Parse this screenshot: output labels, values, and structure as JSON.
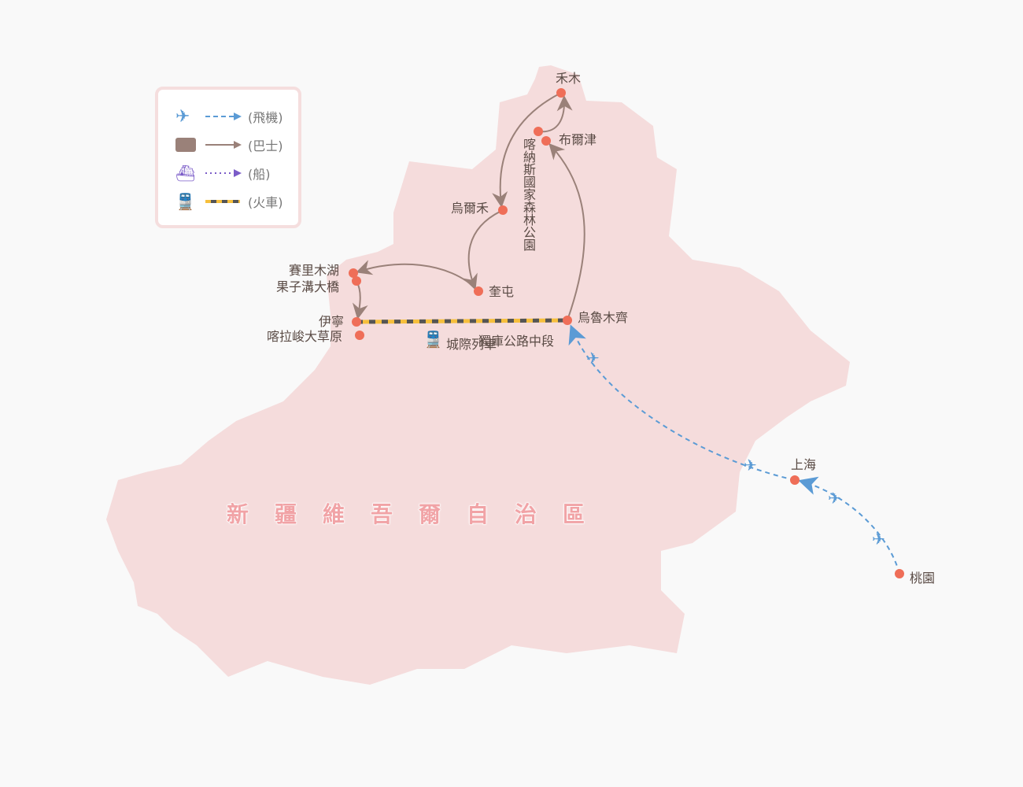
{
  "region_title": "新疆維吾爾自治區",
  "legend": [
    {
      "icon": "airplane-icon",
      "label": "(飛機)",
      "color": "#5b9bd5"
    },
    {
      "icon": "bus-icon",
      "label": "(巴士)",
      "color": "#9a8179"
    },
    {
      "icon": "ship-icon",
      "label": "(船)",
      "color": "#7b5cc8"
    },
    {
      "icon": "train-icon",
      "label": "(火車)",
      "color": "#f6bf3c"
    }
  ],
  "places": {
    "hemu": "禾木",
    "burqin": "布爾津",
    "urho": "烏爾禾",
    "kuytun": "奎屯",
    "sayram": "賽里木湖",
    "guozigou": "果子溝大橋",
    "yining": "伊寧",
    "kalajun": "喀拉峻大草原",
    "urumqi": "烏魯木齊",
    "shanghai": "上海",
    "taoyuan": "桃園"
  },
  "park": "喀納斯國家森林公園",
  "route_labels": {
    "train": "城際列車",
    "duku": "獨庫公路中段"
  },
  "colors": {
    "map": "#f5dcdc",
    "point": "#ef6e58",
    "bus": "#9a8179",
    "plane": "#5b9bd5"
  }
}
